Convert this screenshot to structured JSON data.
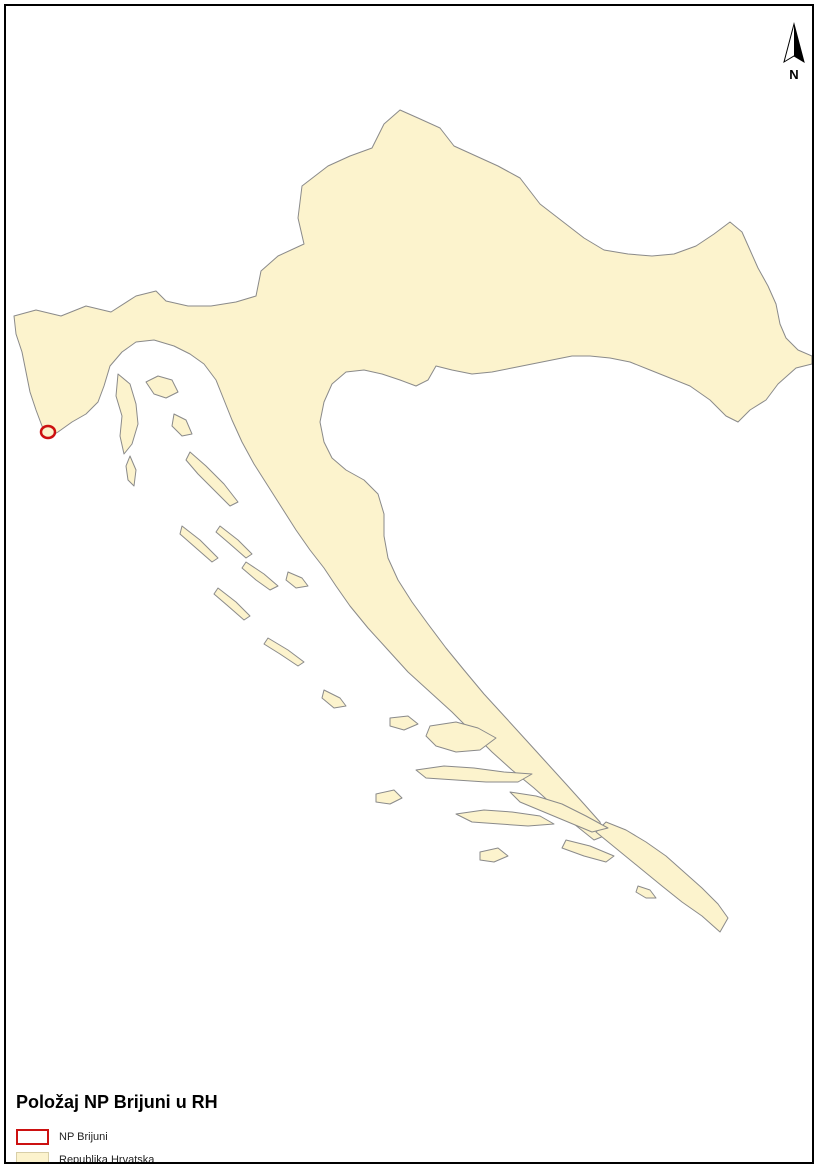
{
  "map": {
    "north_arrow_label": "N",
    "colors": {
      "land": "#fcf3cd",
      "coastline": "#8a8a8a",
      "park_outline": "#cc1111",
      "border": "#000000"
    }
  },
  "legend": {
    "title": "Položaj NP Brijuni u RH",
    "items": [
      {
        "label": "NP Brijuni",
        "symbol": "red-outline"
      },
      {
        "label": "Republika Hrvatska",
        "symbol": "cream-fill"
      }
    ]
  }
}
